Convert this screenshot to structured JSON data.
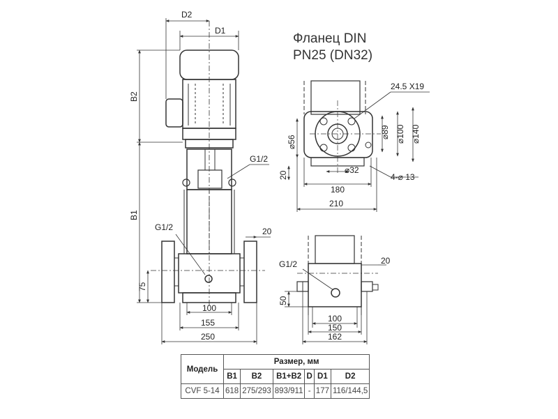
{
  "flange": {
    "title_line1": "Фланец DIN",
    "title_line2": "PN25 (DN32)"
  },
  "front_view": {
    "labels": {
      "d2": "D2",
      "d1": "D1",
      "b2": "B2",
      "b1": "B1",
      "h75": "75",
      "port_upper": "G1/2",
      "port_lower": "G1/2",
      "w20": "20",
      "w100": "100",
      "w155": "155",
      "w250": "250"
    }
  },
  "flange_view": {
    "labels": {
      "d56": "⌀56",
      "d89": "⌀89",
      "d100": "⌀100",
      "d140": "⌀140",
      "d32": "⌀32",
      "holes_top": "24.5 X19",
      "holes_base": "4-⌀ 13",
      "h20": "20",
      "w180": "180",
      "w210": "210"
    }
  },
  "base_view": {
    "labels": {
      "port": "G1/2",
      "w20": "20",
      "h50": "50",
      "w100": "100",
      "w150": "150",
      "w162": "162"
    }
  },
  "table": {
    "model_header": "Модель",
    "size_header": "Размер, мм",
    "columns": [
      "B1",
      "B2",
      "B1+B2",
      "D",
      "D1",
      "D2"
    ],
    "rows": [
      {
        "model": "CVF 5-14",
        "values": [
          "618",
          "275/293",
          "893/911",
          "-",
          "177",
          "116/144,5"
        ]
      }
    ]
  }
}
